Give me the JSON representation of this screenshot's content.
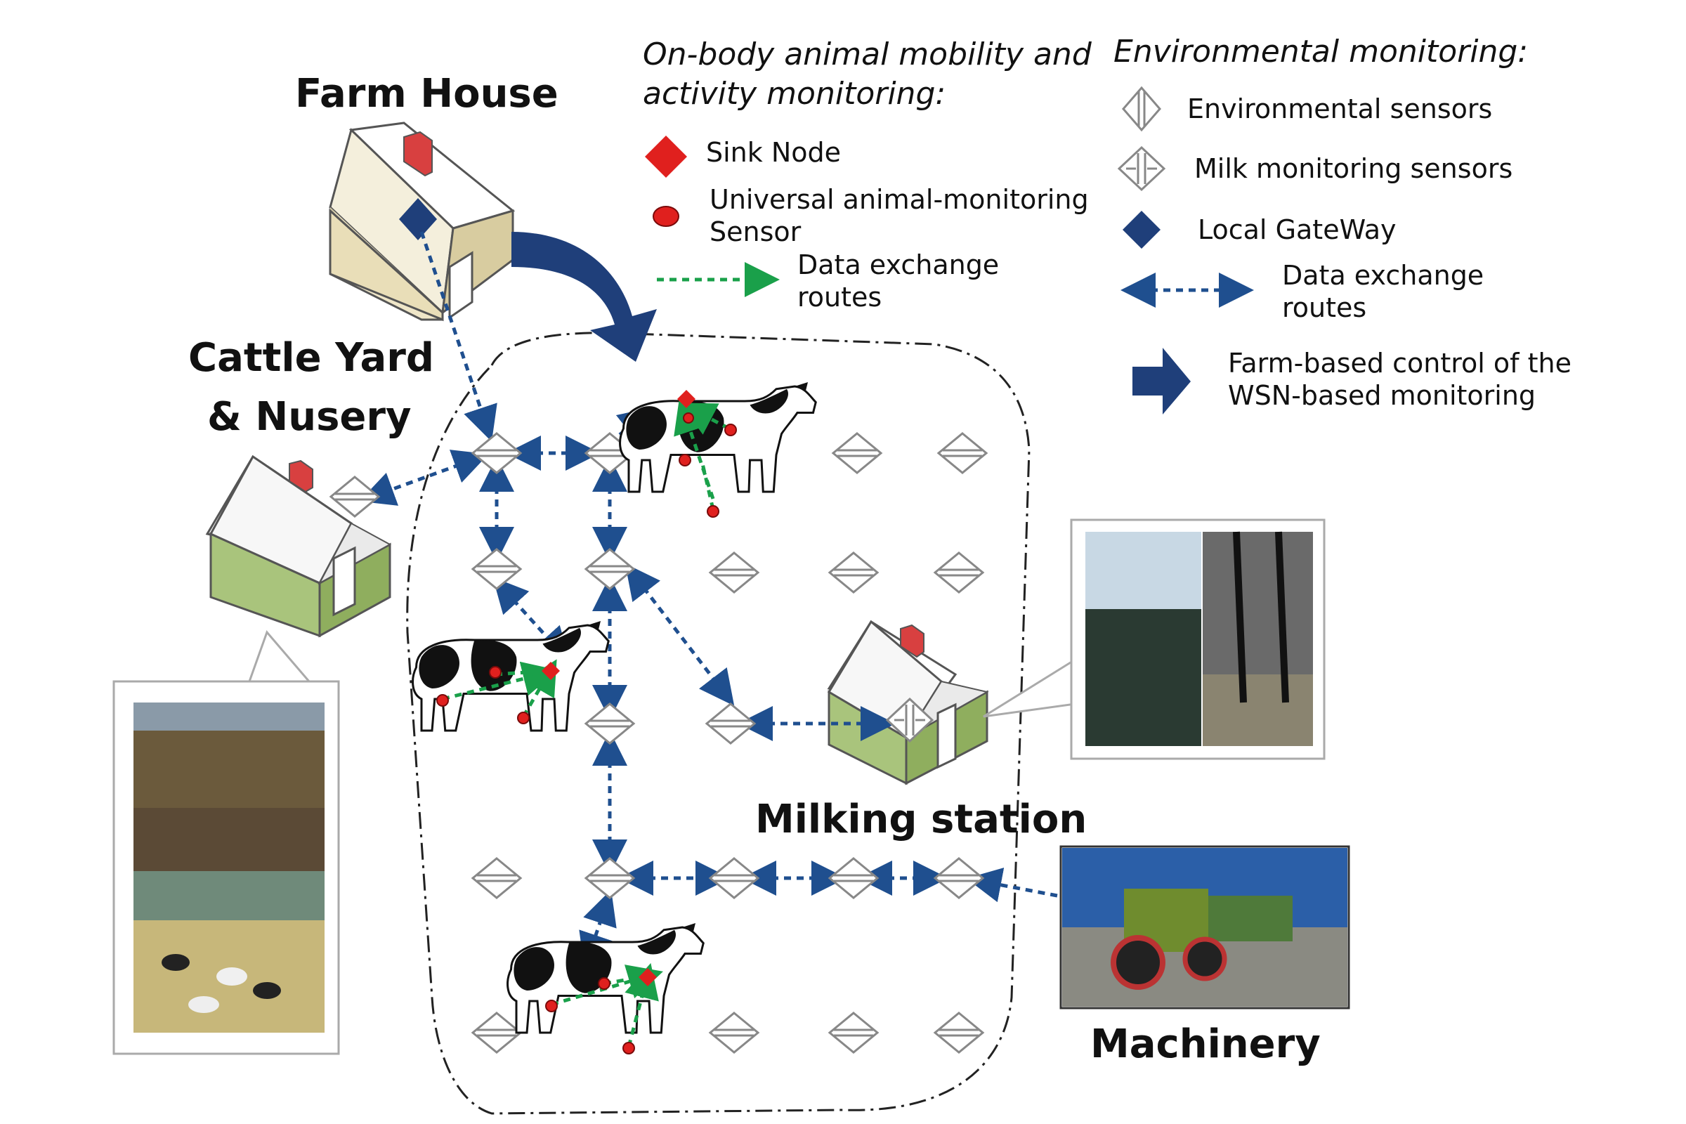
{
  "labels": {
    "farm_house": "Farm House",
    "cattle_yard_line1": "Cattle Yard",
    "cattle_yard_line2": "& Nusery",
    "milking_station": "Milking station",
    "machinery": "Machinery"
  },
  "legend_onbody": {
    "heading_line1": "On-body animal mobility and",
    "heading_line2": "activity monitoring:",
    "sink_node": "Sink Node",
    "sensor_line1": "Universal animal-monitoring",
    "sensor_line2": "Sensor",
    "routes_line1": "Data exchange",
    "routes_line2": "routes"
  },
  "legend_env": {
    "heading": "Environmental monitoring:",
    "env_sensors": "Environmental sensors",
    "milk_sensors": "Milk monitoring sensors",
    "gateway": "Local GateWay",
    "routes_line1": "Data exchange",
    "routes_line2": "routes",
    "control_line1": "Farm-based control of the",
    "control_line2": "WSN-based monitoring"
  },
  "colors": {
    "sink_red": "#e0201e",
    "gateway_blue": "#1f3f7a",
    "route_blue": "#1f4f8f",
    "animal_route_green": "#1aa04a",
    "house_green": "#9ab86a",
    "house_cream": "#efe6c8",
    "chimney_red": "#d84040"
  },
  "icons": {
    "env_sensor": "env-sensor-icon",
    "milk_sensor": "milk-sensor-icon",
    "gateway": "gateway-icon",
    "sink": "sink-node-icon",
    "cow": "cow-icon",
    "house": "house-icon"
  }
}
